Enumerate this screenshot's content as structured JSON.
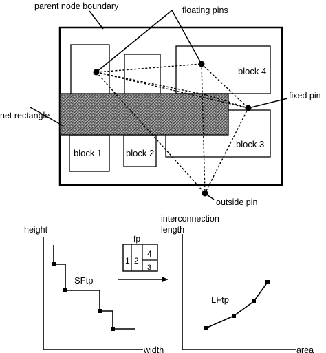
{
  "top_diagram": {
    "labels": {
      "parent_node_boundary": "parent node boundary",
      "floating_pins": "floating pins",
      "fixed_pin": "fixed pin",
      "net_rectangle": "net rectangle",
      "outside_pin": "outside pin"
    },
    "blocks": [
      "block 1",
      "block 2",
      "block 3",
      "block 4"
    ]
  },
  "shape_function_plot": {
    "ylabel": "height",
    "xlabel": "width",
    "curve_label": "SFtp"
  },
  "floorplan_inset": {
    "title": "fp",
    "cells": [
      "1",
      "2",
      "4",
      "3"
    ]
  },
  "length_function_plot": {
    "ylabel_line1": "interconnection",
    "ylabel_line2": "length",
    "xlabel": "area",
    "curve_label": "LFtp"
  }
}
